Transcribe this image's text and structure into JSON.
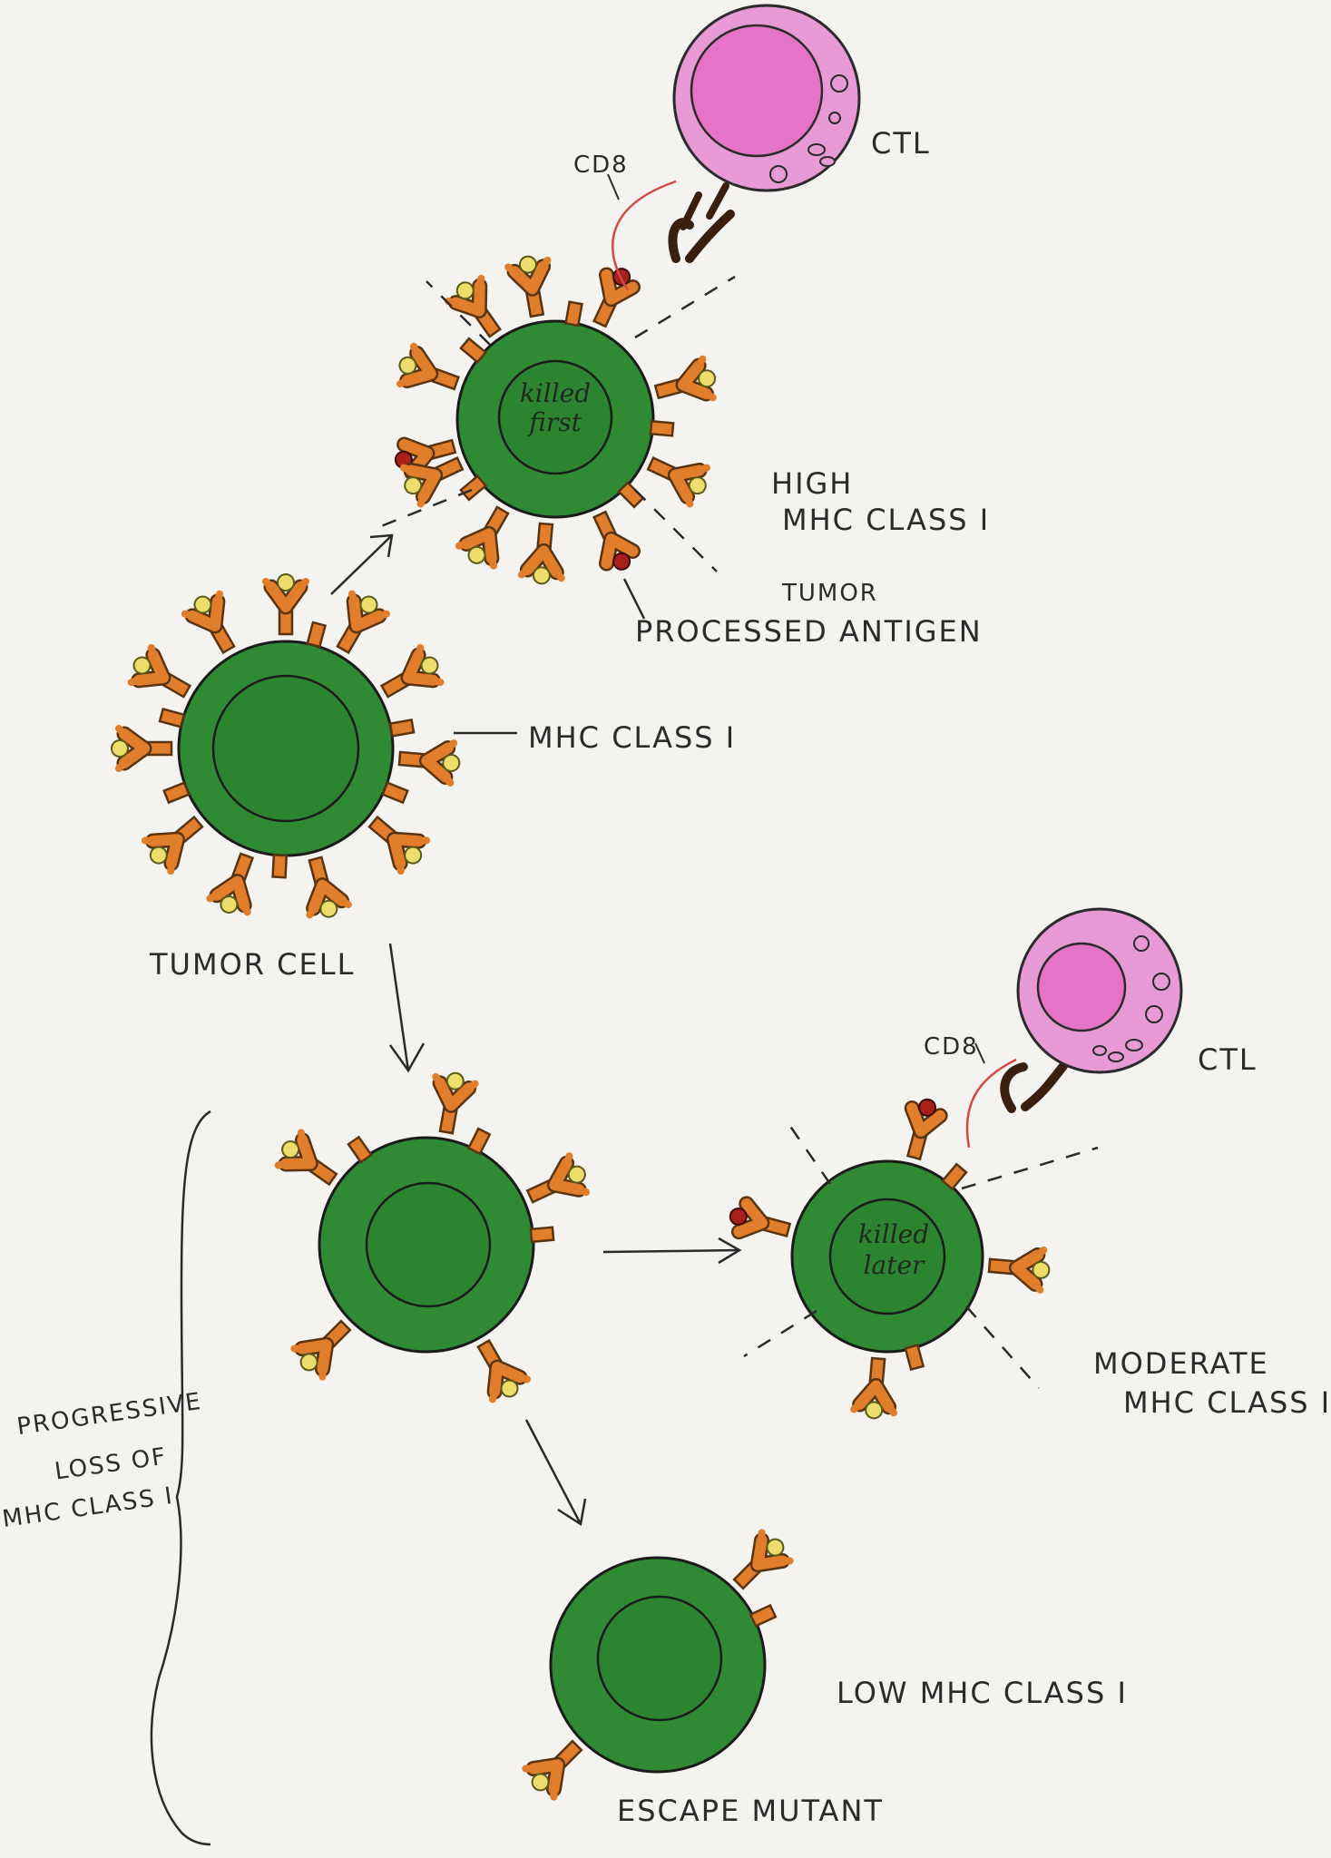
{
  "labels": {
    "ctl_top": "CTL",
    "cd8_top": "CD8",
    "killed_first": [
      "killed",
      "first"
    ],
    "high_mhc": [
      "HIGH",
      "MHC CLASS I"
    ],
    "tumor_word": "TUMOR",
    "processed_antigen": "PROCESSED ANTIGEN",
    "mhc_class_i": "MHC CLASS I",
    "tumor_cell": "TUMOR CELL",
    "cd8_bottom": "CD8",
    "ctl_bottom": "CTL",
    "killed_later": [
      "killed",
      "later"
    ],
    "moderate_mhc": [
      "MODERATE",
      "MHC CLASS I"
    ],
    "progressive_loss": [
      "PROGRESSIVE",
      "LOSS OF",
      "MHC CLASS I"
    ],
    "low_mhc": "LOW MHC CLASS I",
    "escape_mutant": "ESCAPE MUTANT"
  },
  "colors": {
    "paper": "#f4f3f0",
    "tumor_green": "#2f8a33",
    "tumor_dark": "#236b27",
    "mhc_orange": "#e07e2c",
    "antigen_yellow": "#ecdd6c",
    "antigen_red": "#a8201a",
    "ctl_pink": "#e79ad6",
    "ctl_core": "#e574c6",
    "ink": "#2b2b2b"
  }
}
